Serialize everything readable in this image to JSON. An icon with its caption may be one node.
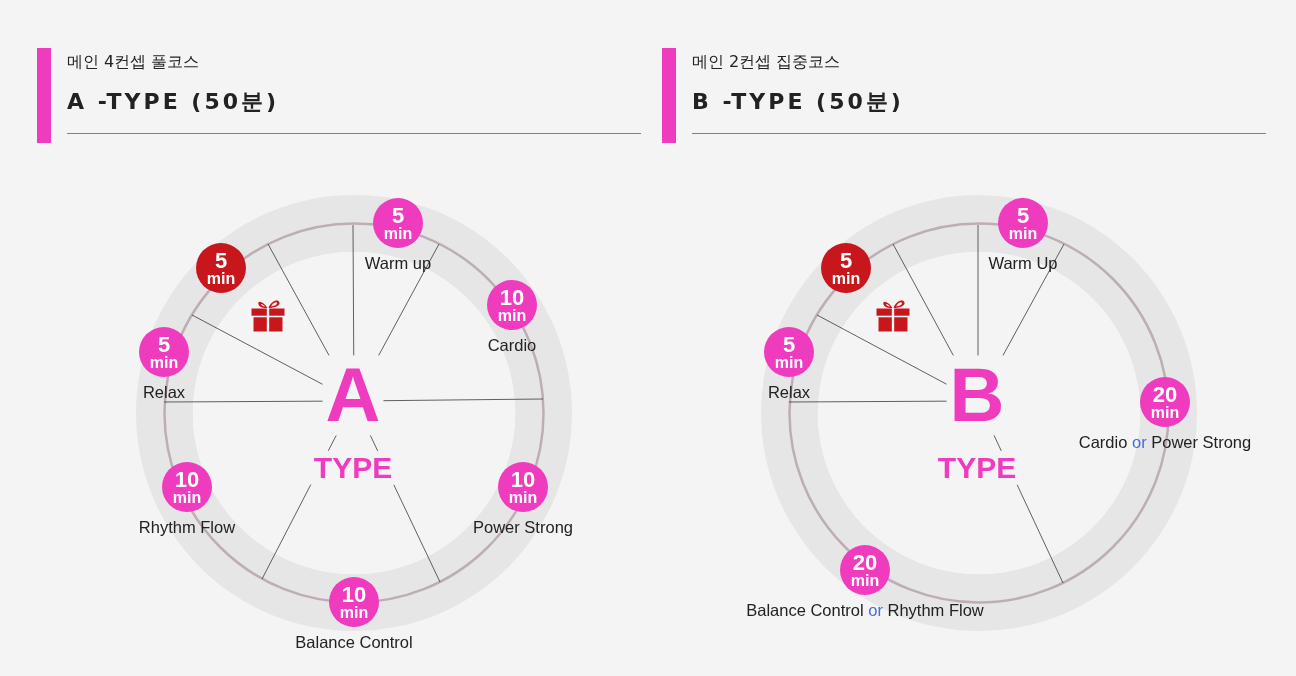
{
  "diagram": {
    "nodes": [
      {
        "text": [
          "메인 4컨셉 풀코스",
          "A -TYPE (50분)"
        ]
      },
      {
        "text": [
          "메인 2컨셉 집중코스",
          "B -TYPE (50분)"
        ]
      },
      {
        "text": [
          "A",
          "TYPE"
        ]
      },
      {
        "text": [
          "5",
          "min"
        ],
        "in": 2,
        "beside": [
          "Warm up"
        ]
      },
      {
        "text": [
          "5",
          "min"
        ],
        "in": 2
      },
      {
        "text": [
          "10",
          "min"
        ],
        "in": 2,
        "beside": [
          "Cardio"
        ]
      },
      {
        "text": [
          "5",
          "min"
        ],
        "in": 2,
        "beside": [
          "Relax"
        ]
      },
      {
        "text": [
          "10",
          "min"
        ],
        "in": 2,
        "beside": [
          "Rhythm Flow"
        ]
      },
      {
        "text": [
          "10",
          "min"
        ],
        "in": 2,
        "beside": [
          "Power Strong"
        ]
      },
      {
        "text": [
          "10",
          "min"
        ],
        "in": 2,
        "beside": [
          "Balance Control"
        ]
      },
      {
        "text": [
          "B",
          "TYPE"
        ]
      },
      {
        "text": [
          "5",
          "min"
        ],
        "in": 10,
        "beside": [
          "Warm Up"
        ]
      },
      {
        "text": [
          "5",
          "min"
        ],
        "in": 10
      },
      {
        "text": [
          "5",
          "min"
        ],
        "in": 10,
        "beside": [
          "Relax"
        ]
      },
      {
        "text": [
          "20",
          "min"
        ],
        "in": 10,
        "beside": [
          "Cardio",
          "or",
          "Power Strong"
        ]
      },
      {
        "text": [
          "20",
          "min"
        ],
        "in": 10,
        "beside": [
          "Balance Control",
          "or",
          "Rhythm Flow"
        ]
      }
    ]
  }
}
